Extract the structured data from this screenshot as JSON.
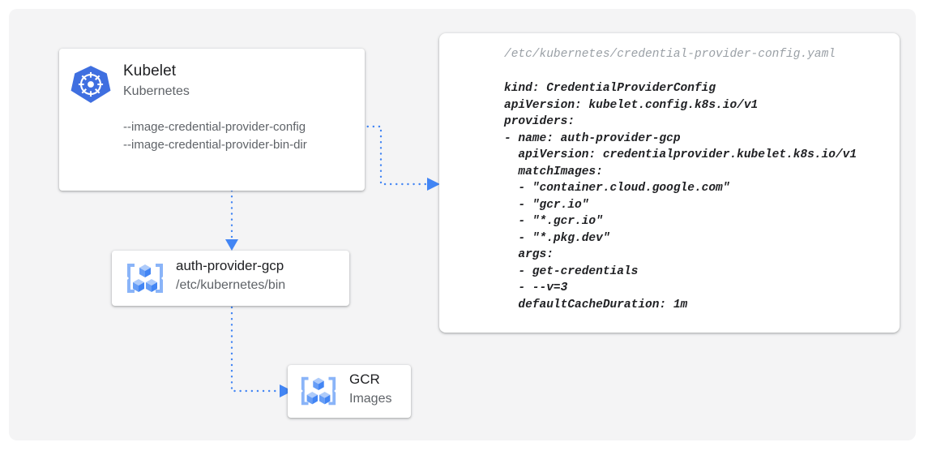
{
  "canvas": {
    "background_color": "#f4f4f5",
    "accent_color": "#4285f4",
    "icon_blue": "#8ab4f8",
    "text_primary": "#202124",
    "text_secondary": "#5f6368"
  },
  "kubelet_card": {
    "icon": "kubernetes-logo-icon",
    "title": "Kubelet",
    "subtitle": "Kubernetes",
    "flags": [
      "--image-credential-provider-config",
      "--image-credential-provider-bin-dir"
    ]
  },
  "provider_card": {
    "icon": "gcp-artifact-registry-icon",
    "title": "auth-provider-gcp",
    "subtitle": "/etc/kubernetes/bin"
  },
  "gcr_card": {
    "icon": "gcp-artifact-registry-icon",
    "title": "GCR",
    "subtitle": "Images"
  },
  "yaml_panel": {
    "path": "/etc/kubernetes/credential-provider-config.yaml",
    "body": "kind: CredentialProviderConfig\napiVersion: kubelet.config.k8s.io/v1\nproviders:\n- name: auth-provider-gcp\n  apiVersion: credentialprovider.kubelet.k8s.io/v1\n  matchImages:\n  - \"container.cloud.google.com\"\n  - \"gcr.io\"\n  - \"*.gcr.io\"\n  - \"*.pkg.dev\"\n  args:\n  - get-credentials\n  - --v=3\n  defaultCacheDuration: 1m"
  },
  "connectors": [
    {
      "name": "kubelet-config-to-yaml",
      "style": "dotted-elbow-arrow"
    },
    {
      "name": "kubelet-to-auth-provider",
      "style": "dotted-down-arrow"
    },
    {
      "name": "auth-provider-to-gcr",
      "style": "dotted-elbow-arrow"
    }
  ]
}
